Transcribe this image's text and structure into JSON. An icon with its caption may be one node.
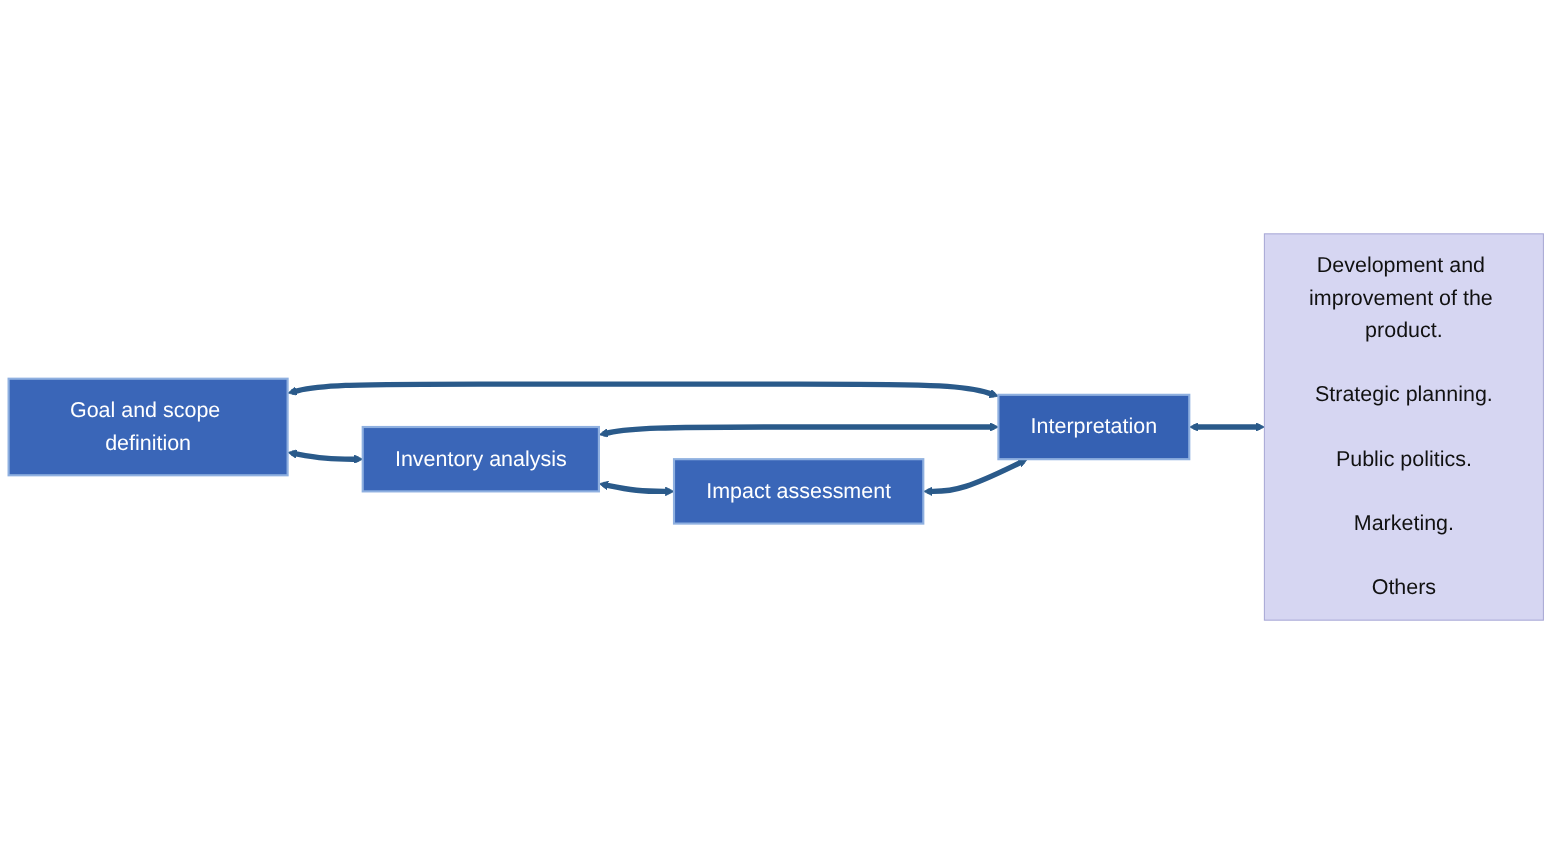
{
  "diagram": {
    "nodes": [
      {
        "text": [
          "Goal and scope definition"
        ]
      },
      {
        "text": [
          "Inventory analysis"
        ]
      },
      {
        "text": [
          "Impact assessment"
        ]
      },
      {
        "text": [
          "Interpretation"
        ]
      },
      {
        "text": [
          "Development and improvement of the product.",
          "Strategic planning.",
          "Public politics.",
          "Marketing.",
          "Others"
        ]
      }
    ],
    "edges": [
      {
        "from": 0,
        "to": 3,
        "arrow": "both"
      },
      {
        "from": 0,
        "to": 1,
        "arrow": "both"
      },
      {
        "from": 1,
        "to": 3,
        "arrow": "both"
      },
      {
        "from": 1,
        "to": 2,
        "arrow": "both"
      },
      {
        "from": 2,
        "to": 3,
        "arrow": "both"
      },
      {
        "from": 3,
        "to": 4,
        "arrow": "both"
      }
    ]
  }
}
